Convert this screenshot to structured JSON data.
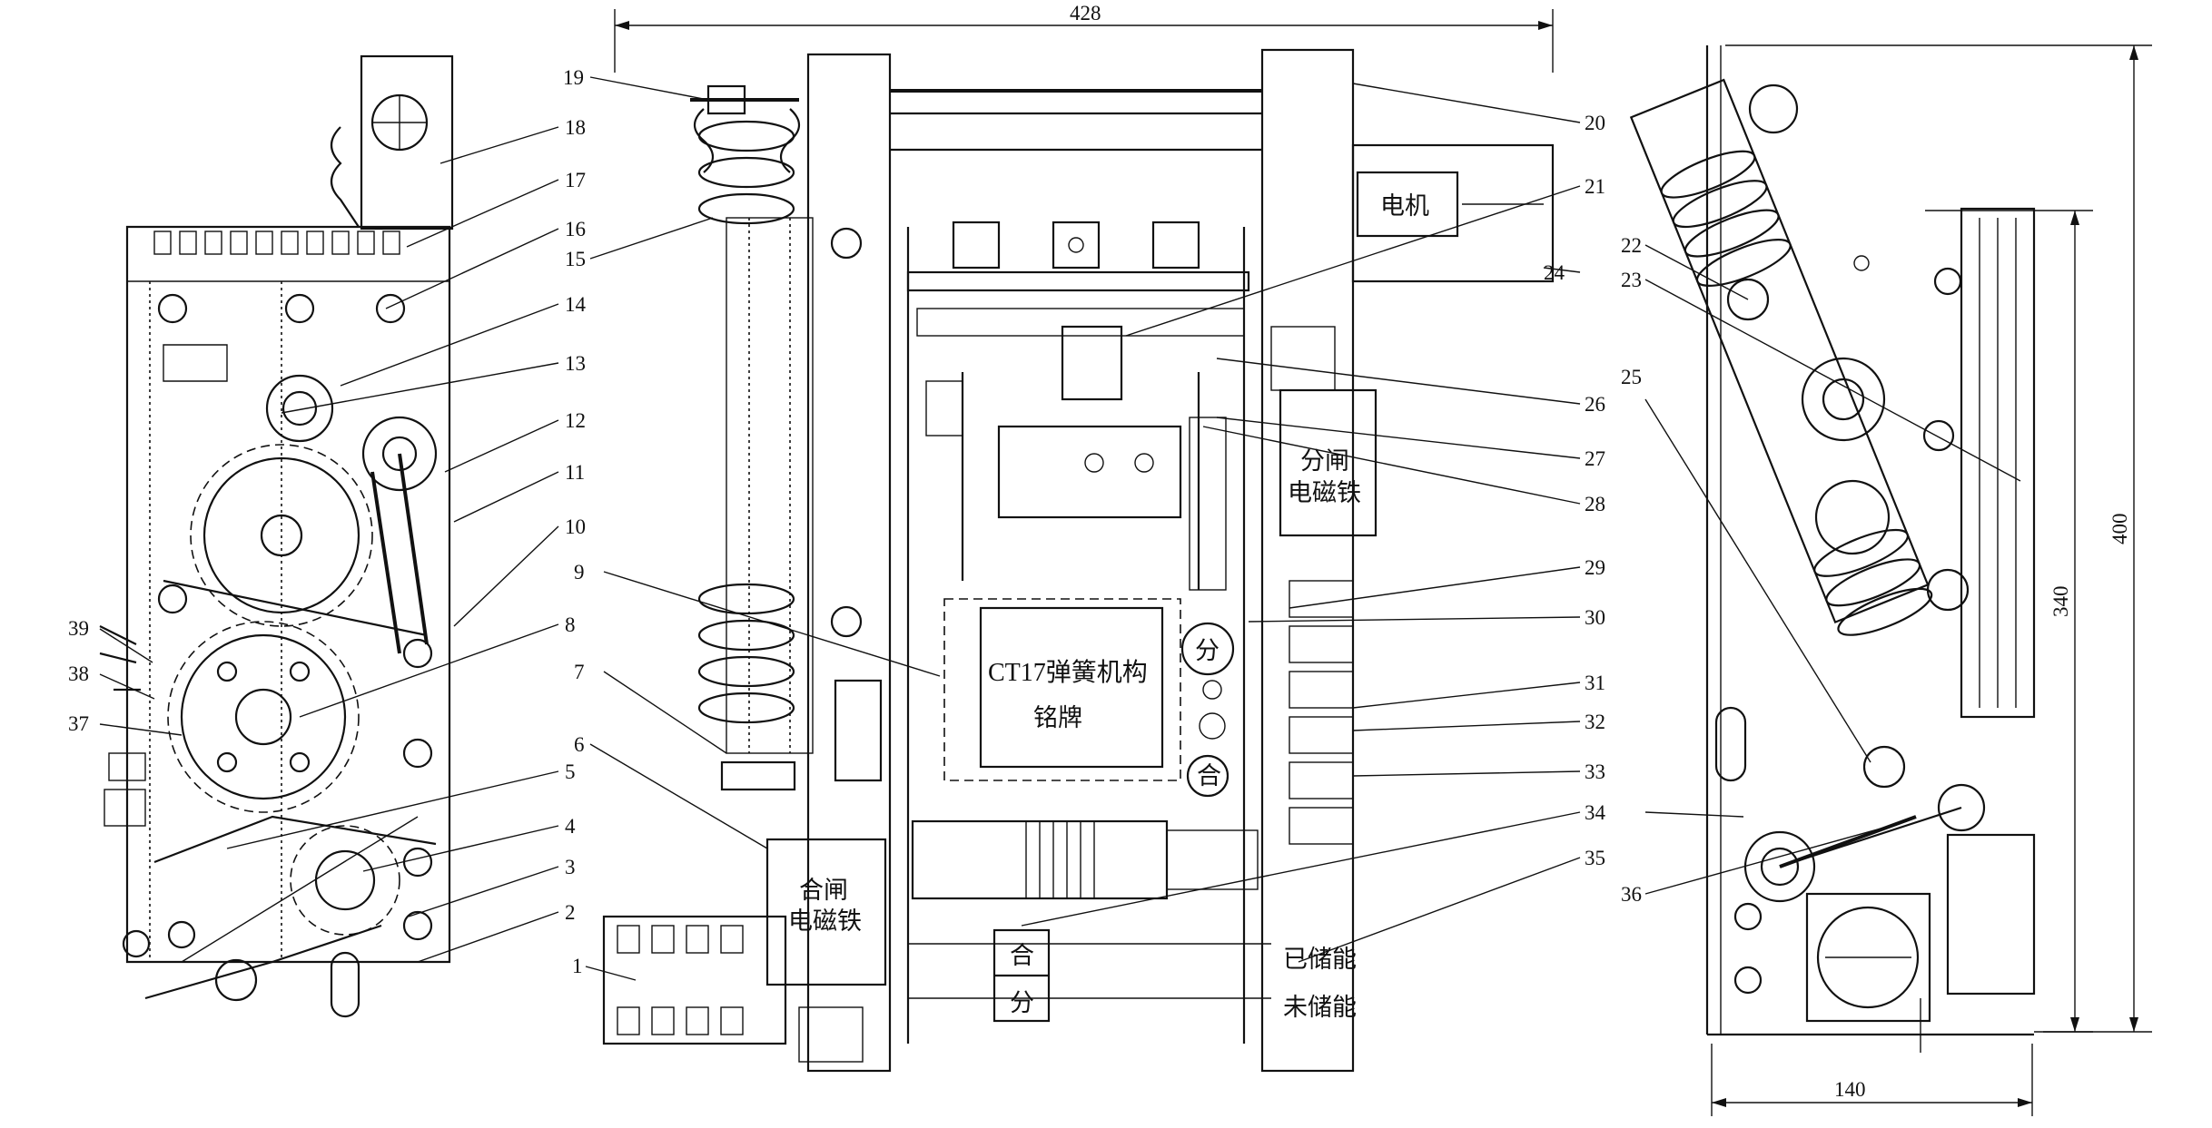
{
  "dimensions": {
    "width_top": "428",
    "height_outer": "400",
    "height_inner": "340",
    "width_side": "140"
  },
  "labels": {
    "motor": "电机",
    "trip_magnet_1": "分闸",
    "trip_magnet_2": "电磁铁",
    "close_magnet_1": "合闸",
    "close_magnet_2": "电磁铁",
    "nameplate_1": "CT17弹簧机构",
    "nameplate_2": "铭牌",
    "btn_trip": "分",
    "btn_close": "合",
    "ind_close": "合",
    "ind_trip": "分",
    "stored": "已储能",
    "not_stored": "未储能"
  },
  "callouts": [
    "1",
    "2",
    "3",
    "4",
    "5",
    "6",
    "7",
    "8",
    "9",
    "10",
    "11",
    "12",
    "13",
    "14",
    "15",
    "16",
    "17",
    "18",
    "19",
    "20",
    "21",
    "22",
    "23",
    "24",
    "25",
    "26",
    "27",
    "28",
    "29",
    "30",
    "31",
    "32",
    "33",
    "34",
    "35",
    "36",
    "37",
    "38",
    "39"
  ]
}
